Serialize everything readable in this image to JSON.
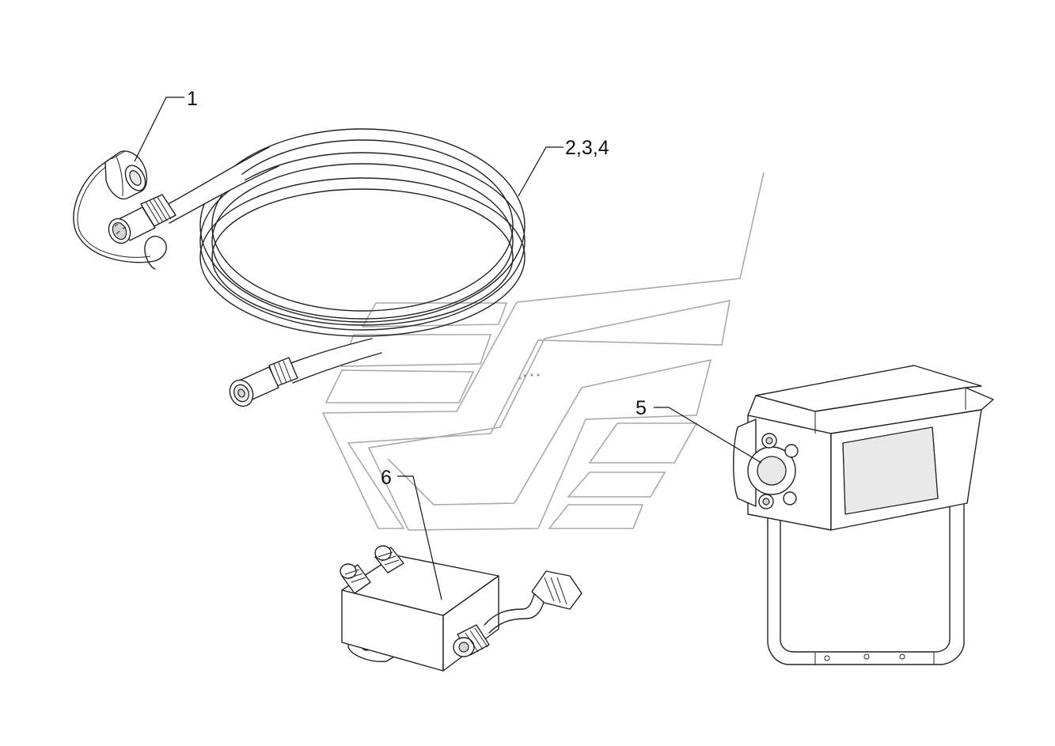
{
  "callouts": {
    "part_1": "1",
    "parts_2_3_4": "2,3,4",
    "part_5": "5",
    "part_6": "6"
  },
  "colors": {
    "line": "#222222",
    "watermark": "#a9a9a9",
    "background": "#ffffff"
  },
  "icons": [
    "watermark-logo",
    "cap",
    "coiled-cable",
    "camera",
    "splitter-box"
  ]
}
